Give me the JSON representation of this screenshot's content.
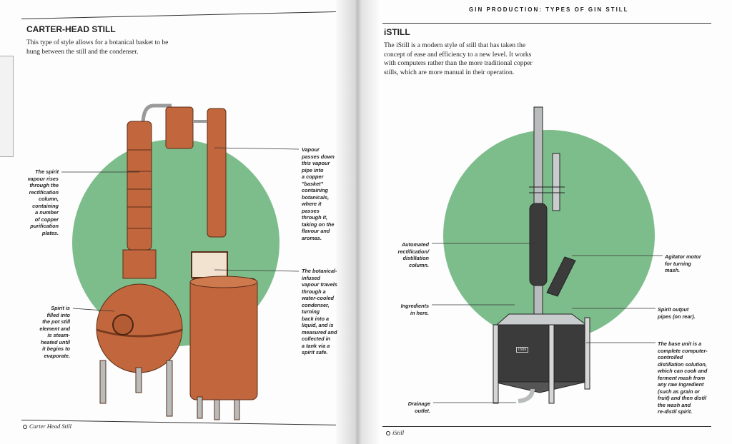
{
  "running_head": "GIN PRODUCTION: TYPES OF GIN STILL",
  "left": {
    "title": "CARTER-HEAD STILL",
    "intro": [
      "This type of style allows for a botanical basket to be",
      "hung between the still and the condenser."
    ],
    "callouts": {
      "column": [
        "The spirit",
        "vapour rises",
        "through the",
        "rectification",
        "column,",
        "containing",
        "a number",
        "of copper",
        "purification",
        "plates."
      ],
      "pot": [
        "Spirit is",
        "filled into",
        "the pot still",
        "element and",
        "is steam-",
        "heated until",
        "it begins to",
        "evaporate."
      ],
      "vapour_pipe": [
        "Vapour",
        "passes down",
        "this vapour",
        "pipe into",
        "a copper",
        "\"basket\"",
        "containing",
        "botanicals,",
        "where it",
        "passes",
        "through it,",
        "taking on the",
        "flavour and",
        "aromas."
      ],
      "condenser": [
        "The botanical-",
        "infused",
        "vapour travels",
        "through a",
        "water-cooled",
        "condenser,",
        "turning",
        "back into a",
        "liquid, and is",
        "measured and",
        "collected in",
        "a tank via a",
        "spirit safe."
      ]
    },
    "caption": "Carter Head Still"
  },
  "right": {
    "title": "iSTILL",
    "intro": [
      "The iStill is a modern style of still that has taken the",
      "concept of ease and efficiency to a new level. It works",
      "with computers rather than the more traditional copper",
      "stills, which are more manual in their operation."
    ],
    "unit_label": "iStill",
    "callouts": {
      "column": [
        "Automated",
        "rectification/",
        "distillation",
        "column."
      ],
      "ingredients": [
        "Ingredients",
        "in here."
      ],
      "drainage": [
        "Drainage",
        "outlet."
      ],
      "agitator": [
        "Agitator motor",
        "for turning",
        "mash."
      ],
      "output": [
        "Spirit output",
        "pipes (on rear)."
      ],
      "base": [
        "The base unit is a",
        "complete computer-",
        "controlled",
        "distillation solution,",
        "which can cook and",
        "ferment mash from",
        "any raw ingredient",
        "(such as grain or",
        "fruit) and then distil",
        "the wash and",
        "re-distil spirit."
      ]
    },
    "caption": "iStill"
  },
  "colors": {
    "green": "#7dbd8c",
    "copper": "#c2673d",
    "copper_dark": "#8a4426",
    "steel": "#b9bcbd",
    "charcoal": "#3b3b3b"
  }
}
